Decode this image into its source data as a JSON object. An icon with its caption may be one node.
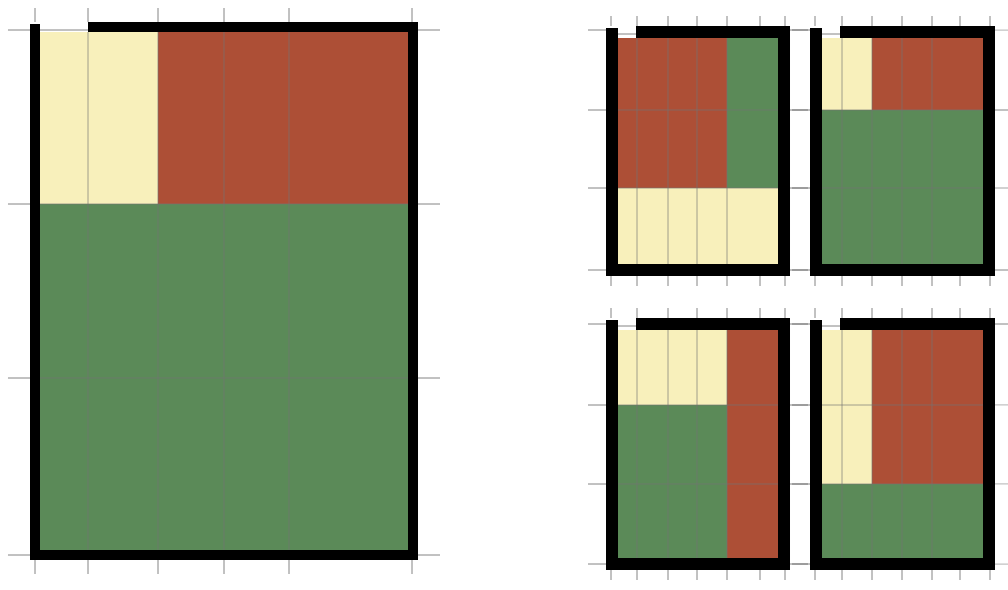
{
  "diagram": {
    "nodes": [
      {
        "text": [],
        "shape": "box"
      },
      {
        "text": [],
        "shape": "box",
        "in": 0
      },
      {
        "text": [],
        "shape": "box",
        "in": 0
      },
      {
        "text": [],
        "shape": "box",
        "in": 0
      },
      {
        "text": [],
        "shape": "box"
      },
      {
        "text": [],
        "shape": "box",
        "in": 4
      },
      {
        "text": [],
        "shape": "box",
        "in": 4
      },
      {
        "text": [],
        "shape": "box",
        "in": 4
      },
      {
        "text": [],
        "shape": "box"
      },
      {
        "text": [],
        "shape": "box",
        "in": 8
      },
      {
        "text": [],
        "shape": "box",
        "in": 8
      },
      {
        "text": [],
        "shape": "box",
        "in": 8
      },
      {
        "text": [],
        "shape": "box"
      },
      {
        "text": [],
        "shape": "box",
        "in": 12
      },
      {
        "text": [],
        "shape": "box",
        "in": 12
      },
      {
        "text": [],
        "shape": "box",
        "in": 12
      },
      {
        "text": [],
        "shape": "box"
      },
      {
        "text": [],
        "shape": "box",
        "in": 16
      },
      {
        "text": [],
        "shape": "box",
        "in": 16
      },
      {
        "text": [],
        "shape": "box",
        "in": 16
      }
    ]
  }
}
